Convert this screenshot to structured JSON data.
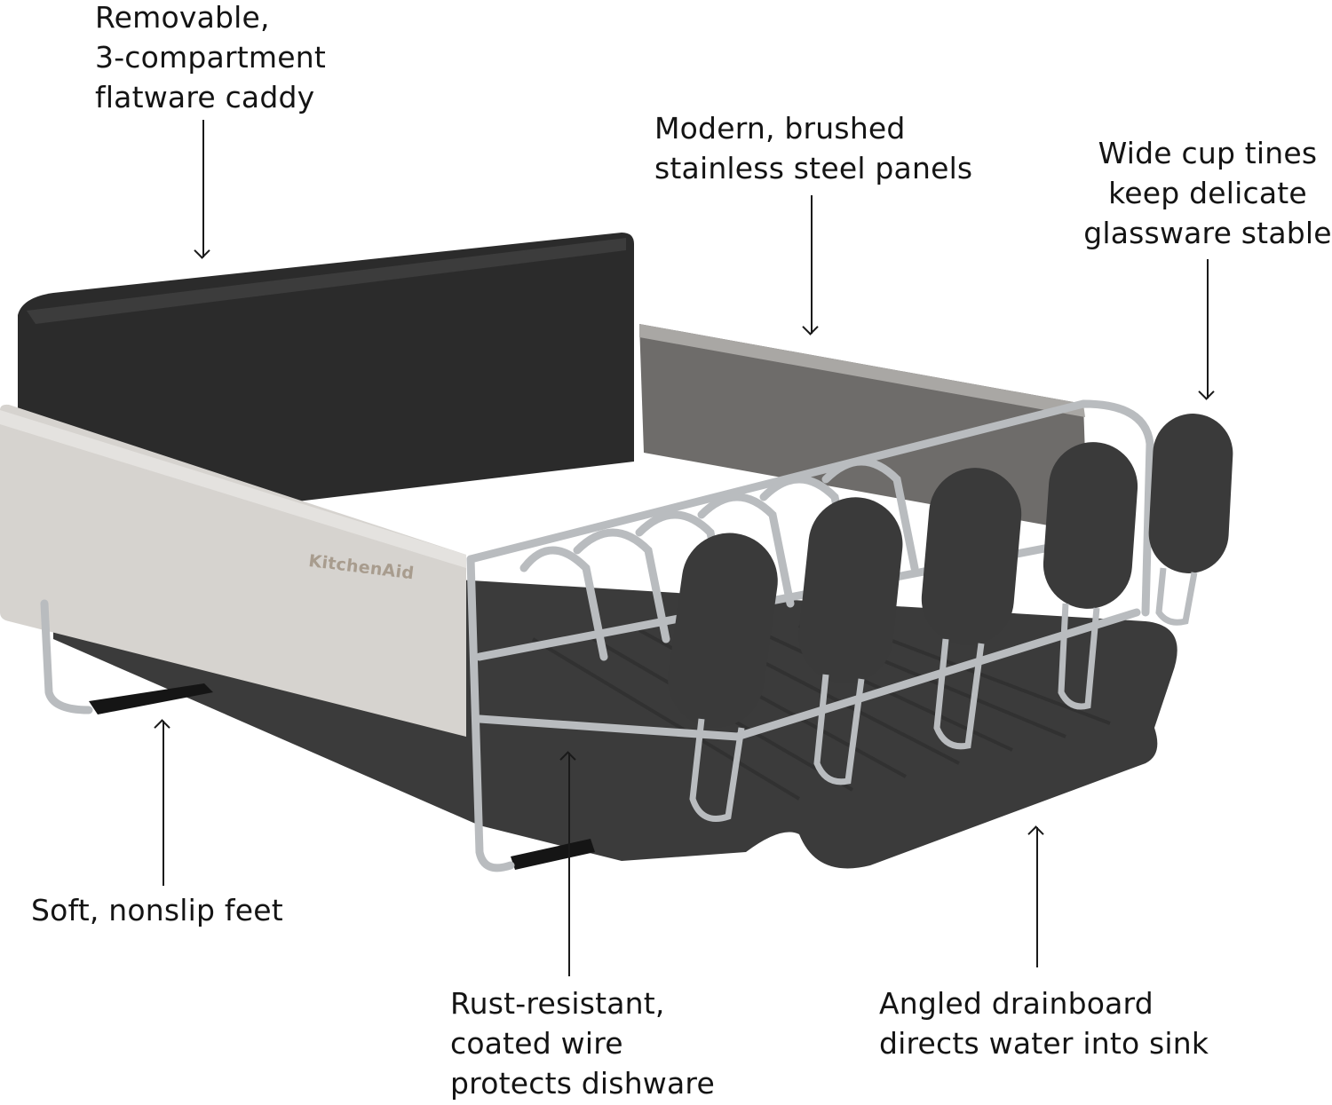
{
  "product": {
    "brand_logo": "KitchenAid",
    "colors": {
      "caddy": "#2b2b2b",
      "stainless_panel": "#d6d3cf",
      "wire": "#b9bcbf",
      "tine_caps": "#3a3a3a",
      "drainboard": "#3b3b3b",
      "text": "#141414",
      "logo": "#a89c8e"
    }
  },
  "callouts": [
    {
      "id": "caddy",
      "lines": [
        "Removable,",
        "3-compartment",
        "flatware caddy"
      ],
      "arrow_direction": "down"
    },
    {
      "id": "panels",
      "lines": [
        "Modern, brushed",
        "stainless steel panels"
      ],
      "arrow_direction": "down"
    },
    {
      "id": "tines",
      "lines": [
        "Wide cup tines",
        "keep delicate",
        "glassware stable"
      ],
      "arrow_direction": "down"
    },
    {
      "id": "feet",
      "lines": [
        "Soft, nonslip feet"
      ],
      "arrow_direction": "up"
    },
    {
      "id": "wire",
      "lines": [
        "Rust-resistant,",
        "coated wire",
        "protects dishware"
      ],
      "arrow_direction": "up"
    },
    {
      "id": "drainboard",
      "lines": [
        "Angled drainboard",
        "directs water into sink"
      ],
      "arrow_direction": "up"
    }
  ]
}
